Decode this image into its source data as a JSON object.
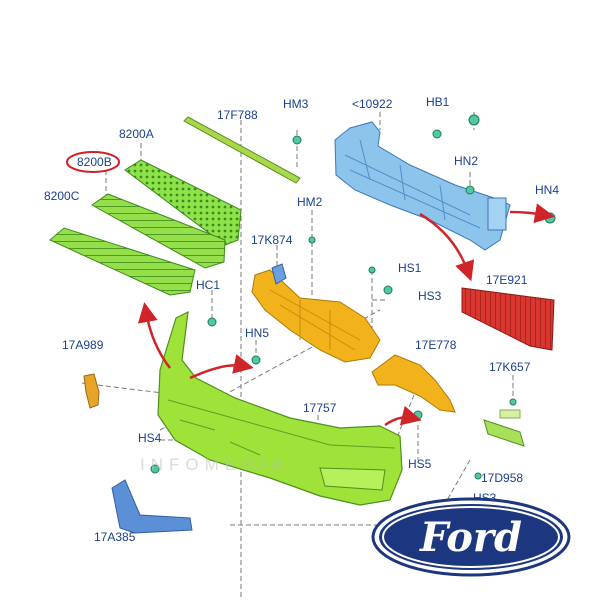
{
  "labels": {
    "hm3": "HM3",
    "p10922": "<10922",
    "hb1": "HB1",
    "p17f788": "17F788",
    "p8200a": "8200A",
    "p8200b": "8200B",
    "p8200c": "8200C",
    "hn2": "HN2",
    "hn4": "HN4",
    "hm2": "HM2",
    "p17k874": "17K874",
    "hs1": "HS1",
    "hs3a": "HS3",
    "p17e921": "17E921",
    "hc1": "HC1",
    "hn5": "HN5",
    "p17a989": "17A989",
    "p17e778": "17E778",
    "p17k657": "17K657",
    "p17757": "17757",
    "hs4": "HS4",
    "hs5": "HS5",
    "p17d958": "17D958",
    "hs3b": "HS3",
    "p17a385": "17A385"
  },
  "watermark": "INFOMEDIA",
  "logo": {
    "text": "Ford"
  },
  "colors": {
    "label": "#1c3f8f",
    "highlight_circle": "#d0212a",
    "arrow": "#d0242b",
    "bumper": "#9ee23a",
    "grille": "#8ee34a",
    "absorber": "#8cc4ec",
    "shield": "#f2b21c",
    "strip": "#d8362e",
    "bracket_blue": "#5b8fd6",
    "fastener": "#4fc9a0",
    "ford_blue": "#1d3680"
  }
}
